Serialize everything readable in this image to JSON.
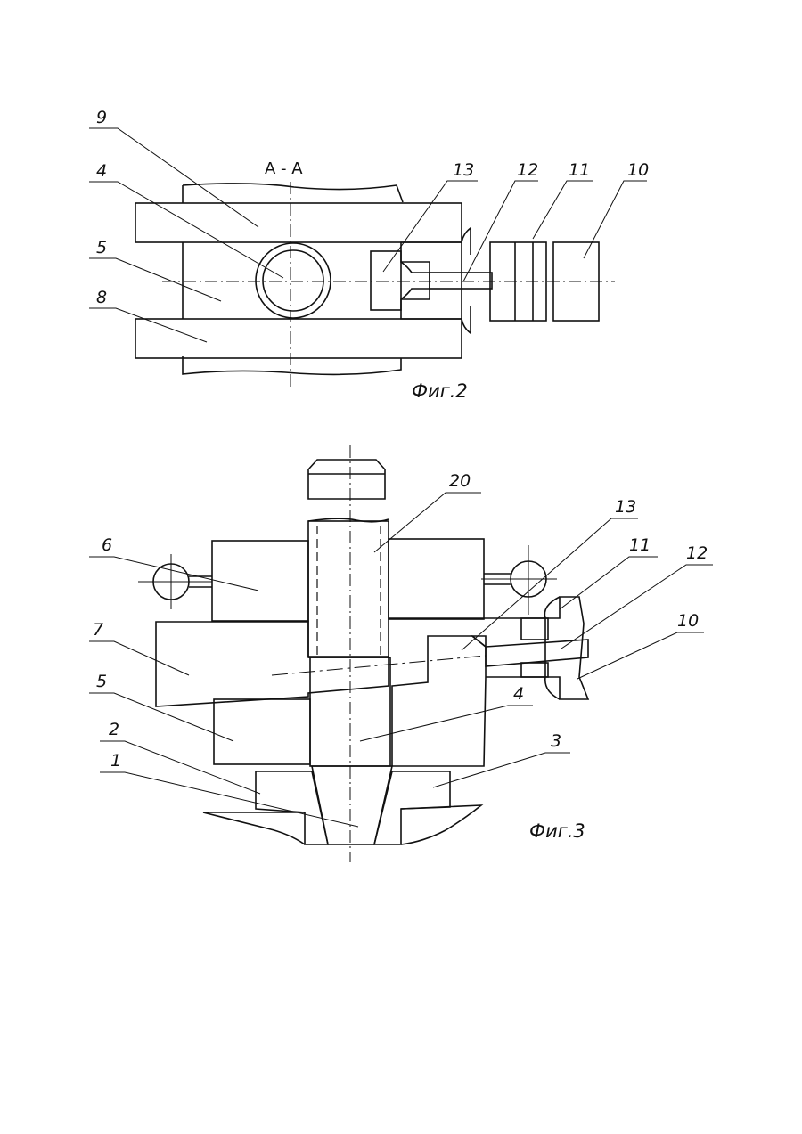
{
  "figure2": {
    "caption": "Фиг.2",
    "section_label": "А - А",
    "labels": {
      "l9": "9",
      "l4": "4",
      "l5": "5",
      "l8": "8",
      "l13": "13",
      "l12": "12",
      "l11": "11",
      "l10": "10"
    }
  },
  "figure3": {
    "caption": "Фиг.3",
    "labels": {
      "l20": "20",
      "l13": "13",
      "l11": "11",
      "l12": "12",
      "l10": "10",
      "l6": "6",
      "l7": "7",
      "l5": "5",
      "l4": "4",
      "l3": "3",
      "l2": "2",
      "l1": "1"
    }
  }
}
